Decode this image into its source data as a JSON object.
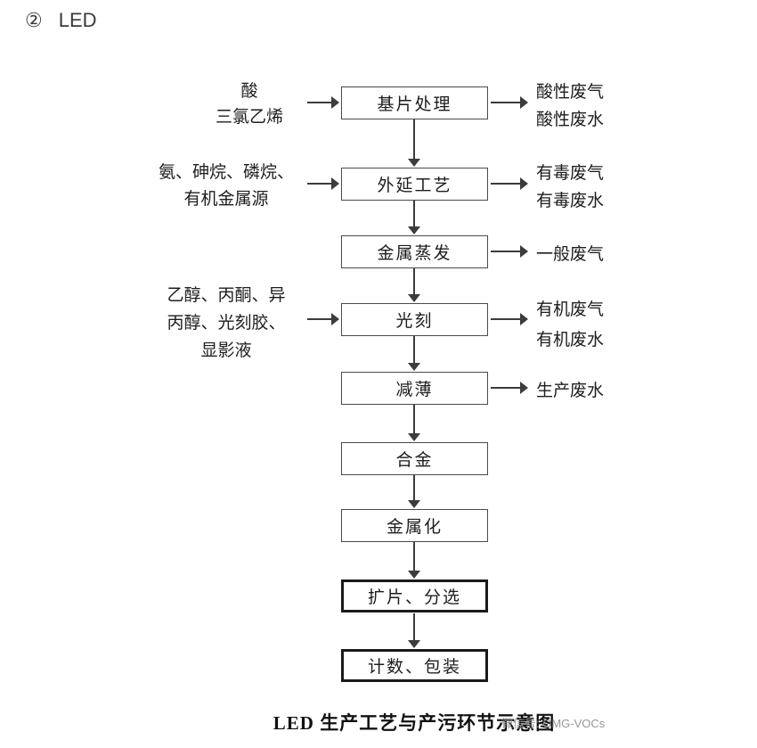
{
  "page": {
    "header_number": "②",
    "header_label": "LED",
    "caption": "LED 生产工艺与产污环节示意图",
    "watermark": "微信号: OMG-VOCs"
  },
  "colors": {
    "ink": "#1d1d1d",
    "line": "#3c3c3c",
    "watermark": "#8c8c8c"
  },
  "flow": {
    "steps": [
      {
        "label": "基片处理",
        "emphasis": false
      },
      {
        "label": "外延工艺",
        "emphasis": false
      },
      {
        "label": "金属蒸发",
        "emphasis": false
      },
      {
        "label": "光刻",
        "emphasis": false
      },
      {
        "label": "减薄",
        "emphasis": false
      },
      {
        "label": "合金",
        "emphasis": false
      },
      {
        "label": "金属化",
        "emphasis": false
      },
      {
        "label": "扩片、分选",
        "emphasis": true
      },
      {
        "label": "计数、包装",
        "emphasis": true
      }
    ],
    "inputs": [
      {
        "lines": [
          "酸",
          "三氯乙烯"
        ],
        "feeds": "基片处理"
      },
      {
        "lines": [
          "氨、砷烷、磷烷、",
          "有机金属源"
        ],
        "feeds": "外延工艺"
      },
      {
        "lines": [
          "乙醇、丙酮、异",
          "丙醇、光刻胶、",
          "显影液"
        ],
        "feeds": "光刻"
      }
    ],
    "outputs": [
      {
        "lines": [
          "酸性废气",
          "酸性废水"
        ],
        "from": "基片处理"
      },
      {
        "lines": [
          "有毒废气",
          "有毒废水"
        ],
        "from": "外延工艺"
      },
      {
        "lines": [
          "一般废气"
        ],
        "from": "金属蒸发"
      },
      {
        "lines": [
          "有机废气",
          "有机废水"
        ],
        "from": "光刻"
      },
      {
        "lines": [
          "生产废水"
        ],
        "from": "减薄"
      }
    ]
  }
}
